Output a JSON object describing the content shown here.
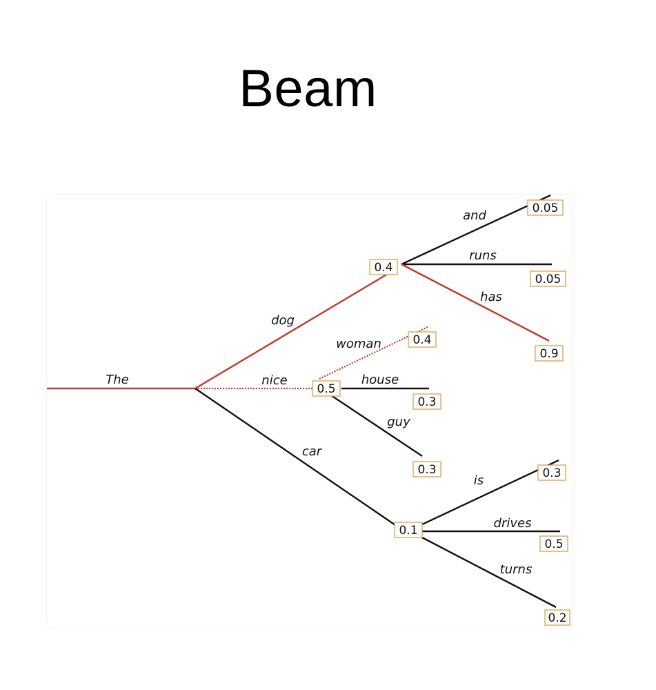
{
  "title": "Beam",
  "colors": {
    "selected": "#c0392b",
    "default": "#111111",
    "box_border": "#d9a24a"
  },
  "edges": [
    {
      "id": "the",
      "label": "The",
      "style": "selected"
    },
    {
      "id": "dog",
      "label": "dog",
      "style": "selected"
    },
    {
      "id": "nice",
      "label": "nice",
      "style": "dotted"
    },
    {
      "id": "car",
      "label": "car",
      "style": "default"
    },
    {
      "id": "and",
      "label": "and",
      "style": "default"
    },
    {
      "id": "runs",
      "label": "runs",
      "style": "default"
    },
    {
      "id": "has",
      "label": "has",
      "style": "selected"
    },
    {
      "id": "woman",
      "label": "woman",
      "style": "dotted"
    },
    {
      "id": "house",
      "label": "house",
      "style": "default"
    },
    {
      "id": "guy",
      "label": "guy",
      "style": "default"
    },
    {
      "id": "is",
      "label": "is",
      "style": "default"
    },
    {
      "id": "drives",
      "label": "drives",
      "style": "default"
    },
    {
      "id": "turns",
      "label": "turns",
      "style": "default"
    }
  ],
  "probabilities": [
    {
      "id": "dog",
      "value": "0.4"
    },
    {
      "id": "nice",
      "value": "0.5"
    },
    {
      "id": "car",
      "value": "0.1"
    },
    {
      "id": "and",
      "value": "0.05"
    },
    {
      "id": "runs",
      "value": "0.05"
    },
    {
      "id": "has",
      "value": "0.9"
    },
    {
      "id": "woman",
      "value": "0.4"
    },
    {
      "id": "house",
      "value": "0.3"
    },
    {
      "id": "guy",
      "value": "0.3"
    },
    {
      "id": "is",
      "value": "0.3"
    },
    {
      "id": "drives",
      "value": "0.5"
    },
    {
      "id": "turns",
      "value": "0.2"
    }
  ]
}
